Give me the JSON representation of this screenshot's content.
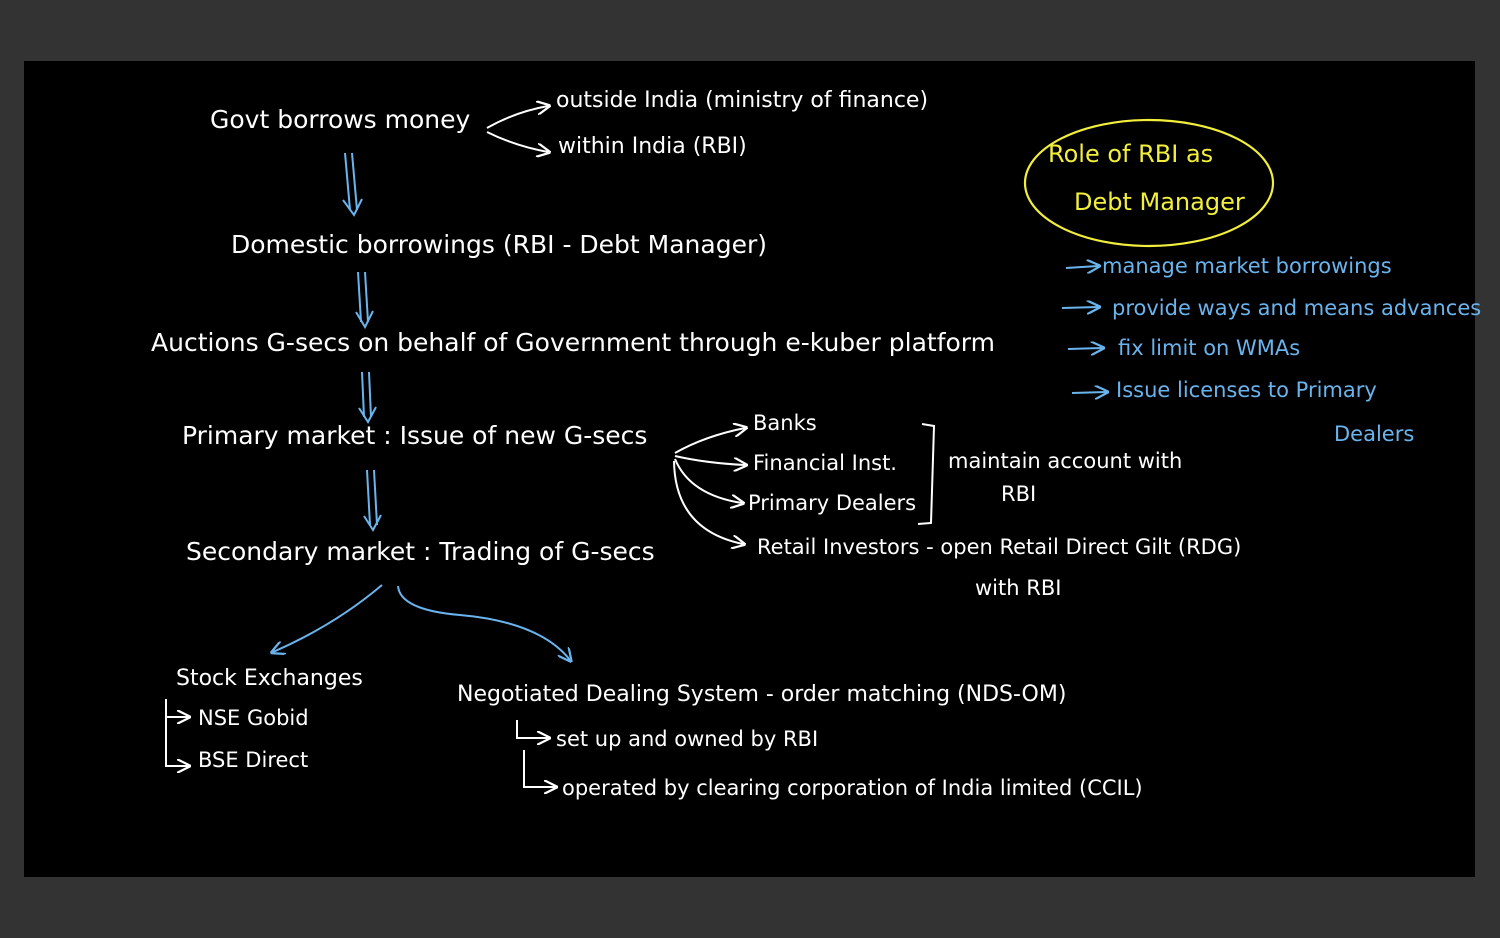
{
  "colors": {
    "background": "#333333",
    "board": "#000000",
    "ink_white": "#ffffff",
    "ink_blue": "#6ab4ee",
    "ink_yellow": "#f2ee3c"
  },
  "flow": {
    "govt_borrows": "Govt borrows money",
    "outside_india": "outside India (ministry of finance)",
    "within_india": "within India (RBI)",
    "domestic": "Domestic borrowings (RBI - Debt Manager)",
    "auctions": "Auctions G-secs on behalf of Government through e-kuber platform",
    "primary": "Primary market : Issue of new G-secs",
    "secondary": "Secondary market : Trading of G-secs"
  },
  "participants": {
    "banks": "Banks",
    "fin_inst": "Financial Inst.",
    "primary_dealers": "Primary Dealers",
    "retail": "Retail Investors - open Retail Direct Gilt (RDG)",
    "retail_with": "with RBI",
    "maintain_1": "maintain account with",
    "maintain_2": "RBI"
  },
  "role": {
    "title_1": "Role of RBI as",
    "title_2": "Debt Manager",
    "items": [
      "manage market borrowings",
      "provide ways and means advances",
      "fix limit on WMAs",
      "Issue licenses to Primary",
      "Dealers"
    ]
  },
  "secondary_branches": {
    "stock_exchanges": "Stock Exchanges",
    "nse": "NSE Gobid",
    "bse": "BSE Direct",
    "nds": "Negotiated Dealing System - order matching (NDS-OM)",
    "setup": "set up and owned by RBI",
    "operated": "operated by clearing corporation of India limited (CCIL)"
  }
}
